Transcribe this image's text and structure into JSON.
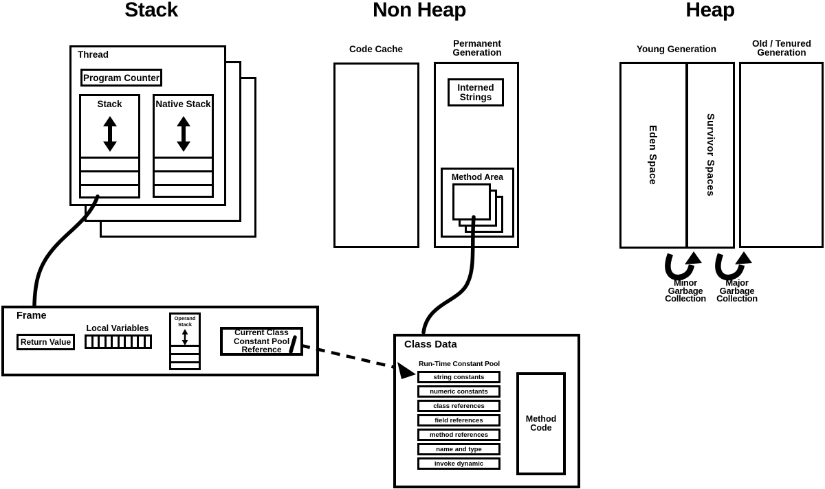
{
  "titles": {
    "stack": "Stack",
    "non_heap": "Non Heap",
    "heap": "Heap"
  },
  "stack_section": {
    "thread_label": "Thread",
    "program_counter": "Program Counter",
    "stack_label": "Stack",
    "native_stack_label": "Native Stack",
    "frame": {
      "label": "Frame",
      "return_value": "Return Value",
      "local_variables_label": "Local Variables",
      "local_variable_cells": 10,
      "operand_stack_label": "Operand Stack",
      "constant_pool_reference": "Current Class Constant Pool Reference"
    }
  },
  "non_heap_section": {
    "code_cache_label": "Code Cache",
    "permanent_generation_label": "Permanent Generation",
    "interned_strings_label": "Interned Strings",
    "method_area_label": "Method Area",
    "class_data": {
      "label": "Class Data",
      "runtime_constant_pool_label": "Run-Time Constant Pool",
      "pool_rows": [
        "string constants",
        "numeric constants",
        "class references",
        "field references",
        "method references",
        "name and type",
        "invoke dynamic"
      ],
      "method_code_label": "Method Code"
    }
  },
  "heap_section": {
    "young_generation_label": "Young Generation",
    "old_generation_label": "Old / Tenured Generation",
    "eden_space_label": "Eden Space",
    "survivor_spaces_label": "Survivor Spaces",
    "minor_gc_label": "Minor Garbage Collection",
    "major_gc_label": "Major Garbage Collection"
  },
  "icons": {
    "bidirectional_arrow": "↕",
    "small_bidirectional_arrow": "↕",
    "u_turn_arrow": "⤴",
    "dashed_reference_arrow": "⇢"
  },
  "colors": {
    "ink": "#000000",
    "background": "#ffffff"
  }
}
